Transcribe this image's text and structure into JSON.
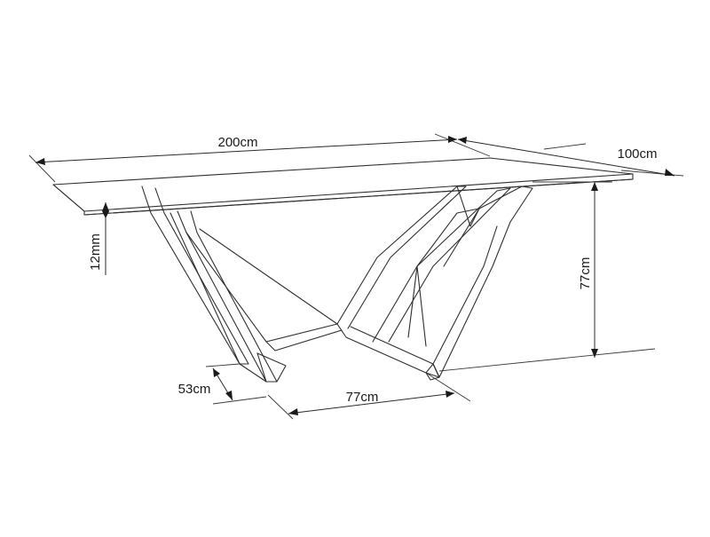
{
  "dimensions": {
    "length": "200cm",
    "width": "100cm",
    "top_thickness": "12mm",
    "height": "77cm",
    "base_length": "77cm",
    "base_width": "53cm"
  }
}
